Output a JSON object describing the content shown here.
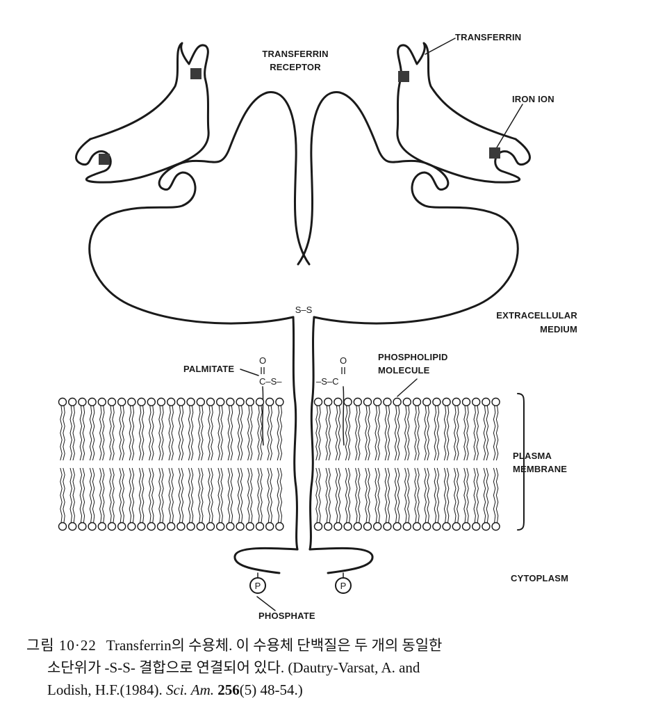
{
  "labels": {
    "transferrin_receptor_1": "TRANSFERRIN",
    "transferrin_receptor_2": "RECEPTOR",
    "transferrin": "TRANSFERRIN",
    "iron_ion": "IRON ION",
    "extracellular_1": "EXTRACELLULAR",
    "extracellular_2": "MEDIUM",
    "phospholipid_1": "PHOSPHOLIPID",
    "phospholipid_2": "MOLECULE",
    "palmitate": "PALMITATE",
    "plasma_1": "PLASMA",
    "plasma_2": "MEMBRANE",
    "cytoplasm": "CYTOPLASM",
    "phosphate": "PHOSPHATE",
    "disulfide": "S–S",
    "carbonyl_o": "O",
    "thioester_left": "C–S–",
    "thioester_right": "–S–C",
    "phosphate_symbol": "P"
  },
  "caption": {
    "figure_number": "그림 10·22",
    "line1_text": "Transferrin의 수용체. 이 수용체 단백질은 두 개의 동일한",
    "line2_text": "소단위가 -S-S- 결합으로 연결되어 있다. (Dautry-Varsat, A. and",
    "line3_authors": "Lodish, H.F.(1984). ",
    "line3_journal": "Sci. Am.",
    "line3_volume": "256",
    "line3_rest": "(5) 48-54.)"
  }
}
